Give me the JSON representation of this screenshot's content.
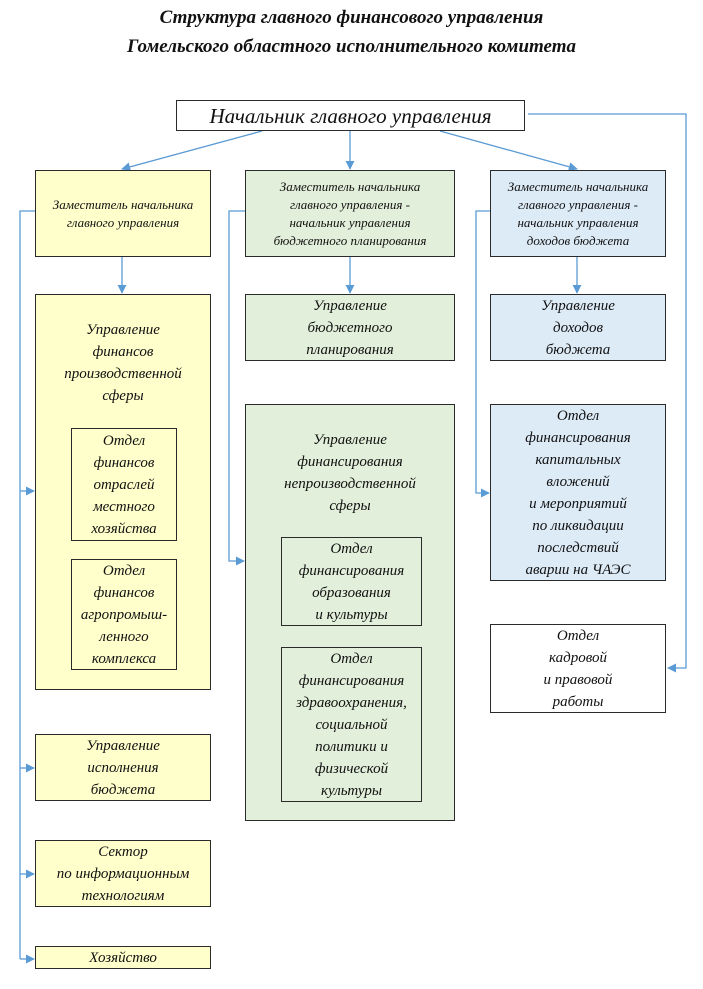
{
  "title": {
    "line1": "Структура главного финансового управления",
    "line2": "Гомельского областного исполнительного комитета"
  },
  "head": {
    "label": "Начальник главного управления"
  },
  "deputies": {
    "left": [
      "Заместитель начальника",
      "главного управления"
    ],
    "middle": [
      "Заместитель начальника",
      "главного управления -",
      "начальник управления",
      "бюджетного планирования"
    ],
    "right": [
      "Заместитель начальника",
      "главного управления -",
      "начальник управления",
      "доходов бюджета"
    ]
  },
  "left_column": {
    "production_finance": [
      "Управление",
      "финансов",
      "производственной",
      "сферы"
    ],
    "local_economy_dept": [
      "Отдел",
      "финансов",
      "отраслей",
      "местного",
      "хозяйства"
    ],
    "agro_dept": [
      "Отдел",
      "финансов",
      "агропромыш-",
      "ленного",
      "комплекса"
    ],
    "budget_execution": [
      "Управление",
      "исполнения",
      "бюджета"
    ],
    "it_sector": [
      "Сектор",
      "по информационным",
      "технологиям"
    ],
    "household": [
      "Хозяйство"
    ]
  },
  "middle_column": {
    "budget_planning": [
      "Управление",
      "бюджетного",
      "планирования"
    ],
    "nonproduction_finance": [
      "Управление",
      "финансирования",
      "непроизводственной",
      "сферы"
    ],
    "education_dept": [
      "Отдел",
      "финансирования",
      "образования",
      "и культуры"
    ],
    "health_dept": [
      "Отдел",
      "финансирования",
      "здравоохранения,",
      "социальной",
      "политики и",
      "физической",
      "культуры"
    ]
  },
  "right_column": {
    "budget_revenue": [
      "Управление",
      "доходов",
      "бюджета"
    ],
    "capital_dept": [
      "Отдел",
      "финансирования",
      "капитальных",
      "вложений",
      "и мероприятий",
      "по ликвидации",
      "последствий",
      "аварии на ЧАЭС"
    ],
    "hr_legal_dept": [
      "Отдел",
      "кадровой",
      "и правовой",
      "работы"
    ]
  },
  "colors": {
    "connector": "#5b9bd5",
    "yellow": "#ffffcc",
    "green": "#e2efda",
    "blue": "#ddebf7"
  }
}
